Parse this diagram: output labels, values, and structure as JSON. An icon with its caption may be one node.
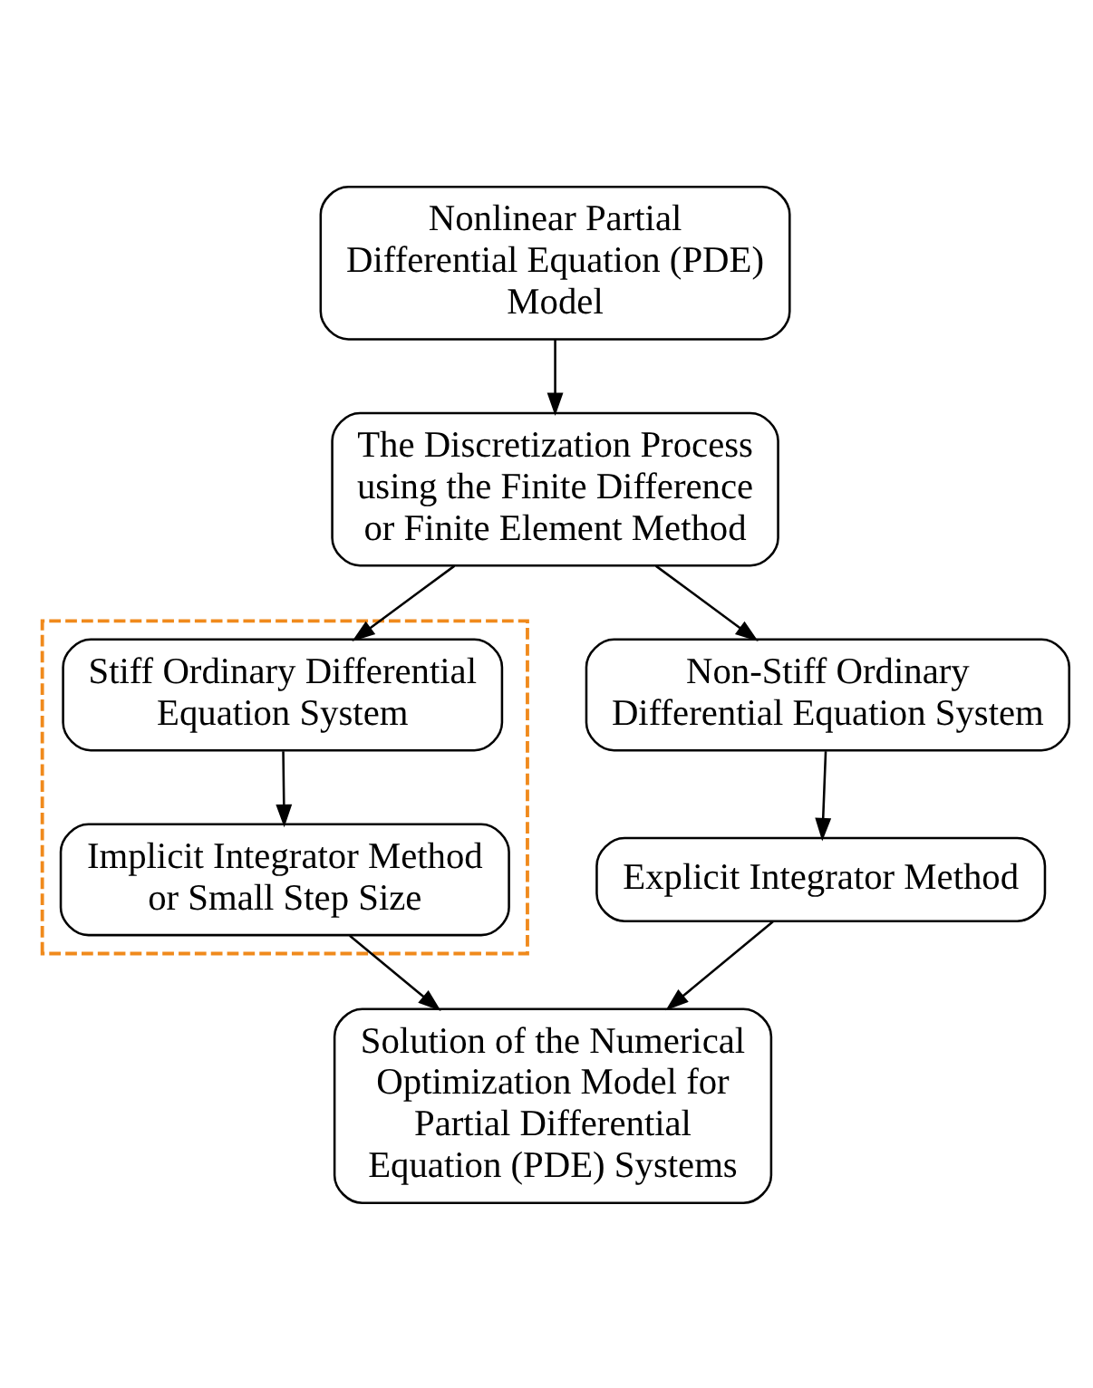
{
  "diagram": {
    "nodes": [
      {
        "text": [
          "Nonlinear Partial Differential Equation (PDE) Model"
        ]
      },
      {
        "text": [
          "The Discretization Process using the Finite Difference or Finite Element Method"
        ]
      },
      {
        "text": [
          "Non-Stiff Ordinary Differential Equation System"
        ]
      },
      {
        "text": [],
        "shape": "box"
      },
      {
        "text": [
          "Stiff Ordinary Differential Equation System"
        ],
        "in": 3
      },
      {
        "text": [
          "Explicit Integrator Method"
        ]
      },
      {
        "text": [
          "Implicit Integrator Method or Small Step Size"
        ],
        "in": 3
      },
      {
        "text": [
          "Solution of the Numerical Optimization Model for Partial Differential Equation (PDE) Systems"
        ]
      }
    ],
    "edges": [
      {
        "from": 0,
        "to": 1,
        "arrow": "to"
      },
      {
        "from": 1,
        "to": 2,
        "arrow": "to"
      },
      {
        "from": 1,
        "to": 4,
        "arrow": "to"
      },
      {
        "from": 2,
        "to": 5,
        "arrow": "to"
      },
      {
        "from": 4,
        "to": 6,
        "arrow": "to"
      },
      {
        "from": 5,
        "to": 7,
        "arrow": "to"
      },
      {
        "from": 6,
        "to": 7,
        "arrow": "to"
      }
    ]
  }
}
